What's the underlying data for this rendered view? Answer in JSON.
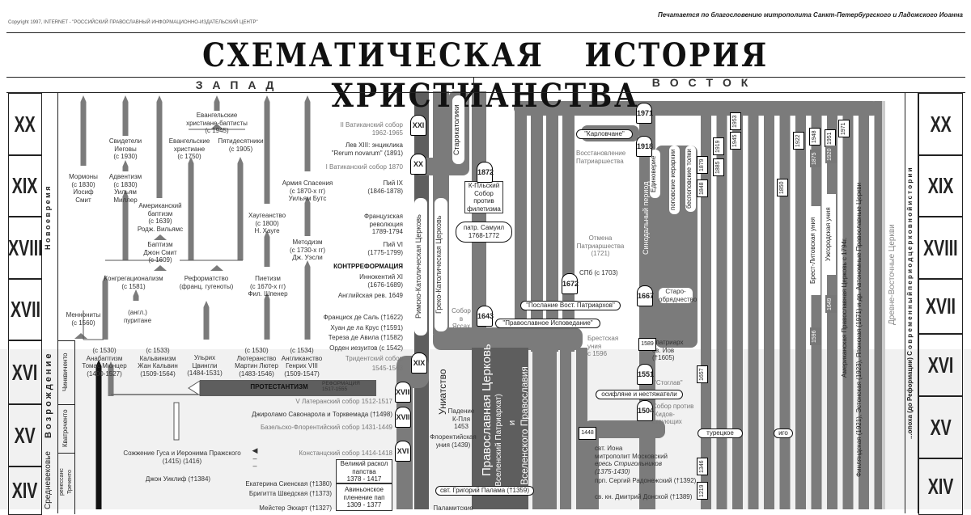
{
  "header": {
    "copyright": "Copyright 1997, INTERNET - \"РОССИЙСКИЙ ПРАВОСЛАВНЫЙ ИНФОРМАЦИОННО-ИЗДАТЕЛЬСКИЙ ЦЕНТР\"",
    "blessing": "Печатается по благословению митрополита Санкт-Петербургского и Ладожского Иоанна",
    "title": "СХЕМАТИЧЕСКАЯ ИСТОРИЯ ХРИСТИАНСТВА",
    "west": "З А П А Д",
    "east": "В О С Т О К"
  },
  "centuries": [
    "XX",
    "XIX",
    "XVIII",
    "XVII",
    "XVI",
    "XV",
    "XIV"
  ],
  "periods": {
    "new_time": "Н о в о е   в р е м я",
    "renaissance": "В о з р о ж д е н и е",
    "middle_ages": "Средневековье",
    "cinquecento": "Чинквиченто",
    "quattrocento": "Кватроченто",
    "trecento": "Треченто",
    "proto_renaissance": "ренессанс",
    "right_period": "...опоха (до Реформации)   С о в р е м е н н ы й   п е р и о д   ц е р к о в н о й   и с т о р и и",
    "ancient_eastern": "Древне-Восточные Церкви"
  },
  "west": {
    "ecb": "Евангельские\nхристиане-баптисты\n(с 1945)",
    "jehovah": "Свидетели\nИеговы\n(с 1930)",
    "evangelical": "Евангельские\nхристиане\n(с 1750)",
    "pentecostal": "Пятидесятники\n(с 1905)",
    "mormons": "Мормоны\n(с 1830)\nИосиф\nСмит",
    "adventism": "Адвентизм\n(с 1830)\nУильям\nМиллер",
    "salvation_army": "Армия Спасения\n(с 1870-х гг)\nУильям Бутс",
    "american_baptism": "Американский\nбаптизм\n(с 1639)\nРодж. Вильямс",
    "haugeans": "Хаугеанство\n(с 1800)\nН. Хауге",
    "baptism": "Баптизм\nДжон Смит\n(с 1609)",
    "methodism": "Методизм\n(с 1730-х гг)\nДж. Уэсли",
    "congregationalism": "Конгрегационализм\n(с 1581)",
    "reformed": "Реформатство\n(франц. гугеноты)",
    "pietism": "Пиетизм\n(с 1670-х гг)\nФил. Шпенер",
    "mennonites": "Меннониты\n(с 1560)",
    "puritans": "(англ.)\nпуритане",
    "anabaptism": "(с 1530)\nАнабаптизм\nТомас Мюнцер\n(1400-1527)",
    "calvinism": "(с 1533)\nКальвинизм\nЖан Кальвин\n(1509-1564)",
    "zwingli": "Ульрих\nЦвингли\n(1484-1531)",
    "lutheranism": "(с 1530)\nЛютеранство\nМартин Лютер\n(1483-1546)",
    "anglicanism": "(с 1534)\nАнгликанство\nГенрих VIII\n(1509-1547)",
    "protestantism": "ПРОТЕСТАНТИЗМ",
    "reformation": "РЕФОРМАЦИЯ\n1517-1555",
    "hus": "Сожжение Гуса и Иеронима Пражского\n(1415)     (1416)",
    "wycliffe": "Джон Уиклиф (†1384)"
  },
  "events": {
    "vatican2": "II Ватиканский собор\n1962-1965",
    "leo13": "Лев XIII: энциклика\n\"Rerum novarum\" (1891)",
    "vatican1": "I Ватиканский собор 1870",
    "pius9": "Пий IX\n(1846-1878)",
    "french_rev": "Французская\nреволюция\n1789-1794",
    "pius6": "Пий VI\n(1775-1799)",
    "counter_ref": "КОНТРРЕФОРМАЦИЯ",
    "innocent11": "Иннокентий XI\n(1676-1689)",
    "english_rev": "Английская рев. 1649",
    "francis": "Франциск де Саль (†1622)",
    "juan": "Хуан де ла Крус (†1591)",
    "teresa": "Тереза де Авила (†1582)",
    "jesuits": "Орден иезуитов (с 1542)",
    "trent": "Тридентский собор\n1545-1563",
    "lateran5": "V Латеранский собор 1512-1517",
    "savonarola": "Джироламо Савонарола и Торквемада (†1498)",
    "basel": "Базельско-Флорентийский собор 1431-1449",
    "constance": "Констанцский собор 1414-1418",
    "schism": "Великий раскол\nпапства\n1378 - 1417",
    "avignon": "Авиньонское\nпленение пап\n1309 - 1377",
    "catherine": "Екатерина Сиенская (†1380)",
    "bridget": "Бригитта Шведская (†1373)",
    "eckhart": "Мейстер Экхарт (†1327)"
  },
  "rc_markers": [
    "XXI",
    "XX",
    "XIX",
    "XVIII",
    "XVII",
    "XVI"
  ],
  "east": {
    "old_catholics": "Старокатолики",
    "roman_catholic": "Римско-Католическая Церковь",
    "greek_catholic": "Греко-Католическая Церковь",
    "phyletism": "К-Пльский\nСобор\nпротив\nфилетизма",
    "samuel": "патр. Самуил\n1768-1772",
    "iasi": "Собор\nв\nЯссах",
    "epistle": "\"Послание Вост. Патриархов\"",
    "confession": "\"Православное Исповедание\"",
    "brest": "Брестская\nуния\nс 1596",
    "uniatism": "Униатство",
    "fall": "Падение\nК-Пля\n1453",
    "florence": "Флорентийская\nуния (1439)",
    "orthodox": "Православная Церковь",
    "patriarchate": "(Вселенский Патриархат)",
    "and": "и",
    "ecumenical": "Вселенского Православия",
    "palamas": "свт. Григорий Палама (†1359)",
    "palamites": "Паламитские",
    "jonah": "свт. Иона\nмитрополит Московский",
    "strigolniki": "ересь Стригольников\n(1375-1430)",
    "sergius": "прп. Сергий Радонежский (†1392)",
    "dmitry": "св. кн. Дмитрий Донской (†1389)",
    "judaizers": "Собор против\nЖидов-\nствующих",
    "osiflyane": "осифляне и нестяжатели",
    "stoglav": "\"Стоглав\"",
    "job": "I патриарх\nсв. Иов\n(†1605)",
    "old_believers": "Старо-\nобрядчество",
    "spb": "СПб (с 1703)",
    "abolition": "Отмена\nПатриаршества\n(1721)",
    "synodal": "Синодальный период",
    "karlovtsy": "\"Карловчане\"",
    "restoration": "Восстановление\nПатриаршества",
    "edinoverie": "Единоверие",
    "popovtsy": "поповские иерархии",
    "bespopovtsy": "беспоповские толки",
    "brest_litovsk": "Брест-Литовская уния",
    "uzhgorod": "Ужгородская уния",
    "american": "Американская Православная Церковь с 1794г.",
    "autonomous": "Финляндская (1921), Эстонская (1923), Японская (1971) и др. Автономные Православные Церкви",
    "turkish": "турецкое",
    "yoke": "иго"
  },
  "year_markers": [
    "1872",
    "1643",
    "1672",
    "1667",
    "1589",
    "1551",
    "1504",
    "1448",
    "1971",
    "1918",
    "1848",
    "1879",
    "1885",
    "1919",
    "1945",
    "1953",
    "1850",
    "1922",
    "1948",
    "1951",
    "1971",
    "1875",
    "1920",
    "1596",
    "1649",
    "1657",
    "1346",
    "1219"
  ],
  "colors": {
    "pipe": "#7b7b7b",
    "pipe_dark": "#5e5e5e",
    "paper": "#ffffff"
  }
}
